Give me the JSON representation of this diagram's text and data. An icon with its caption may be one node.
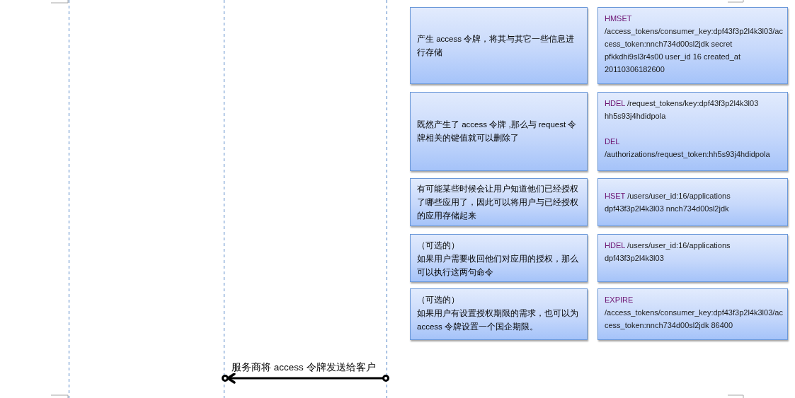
{
  "diagram": {
    "nodes": [
      {
        "text": [],
        "shape": "line"
      },
      {
        "text": [],
        "shape": "line"
      },
      {
        "text": [],
        "shape": "line"
      },
      {
        "text": [
          "产生 access 令牌，将其与其它一些信息进行存储"
        ]
      },
      {
        "text": [
          "HMSET /access_tokens/consumer_key:dpf43f3p2l4k3l03/access_token:nnch734d00sl2jdk secret pfkkdhi9sl3r4s00 user_id 16 created_at 20110306182600"
        ]
      },
      {
        "text": [
          "既然产生了 access 令牌 ,那么与 request 令牌相关的键值就可以删除了"
        ]
      },
      {
        "text": [
          "HDEL /request_tokens/key:dpf43f3p2l4k3l03 hh5s93j4hdidpola",
          "DEL /authorizations/request_token:hh5s93j4hdidpola"
        ]
      },
      {
        "text": [
          "有可能某些时候会让用户知道他们已经授权了哪些应用了，因此可以将用户与已经授权的应用存储起来"
        ]
      },
      {
        "text": [
          "HSET /users/user_id:16/applications dpf43f3p2l4k3l03 nnch734d00sl2jdk"
        ]
      },
      {
        "text": [
          "（可选的）",
          "如果用户需要收回他们对应用的授权，那么可以执行这两句命令"
        ]
      },
      {
        "text": [
          "HDEL /users/user_id:16/applications dpf43f3p2l4k3l03"
        ]
      },
      {
        "text": [
          "（可选的）",
          "如果用户有设置授权期限的需求，也可以为 access 令牌设置一个国企期限。"
        ]
      },
      {
        "text": [
          "EXPIRE /access_tokens/consumer_key:dpf43f3p2l4k3l03/access_token:nnch734d00sl2jdk 86400"
        ]
      }
    ],
    "edges": [
      {
        "from": 2,
        "to": 1,
        "arrow": "to",
        "label": "服务商将 access 令牌发送给客户"
      }
    ]
  }
}
